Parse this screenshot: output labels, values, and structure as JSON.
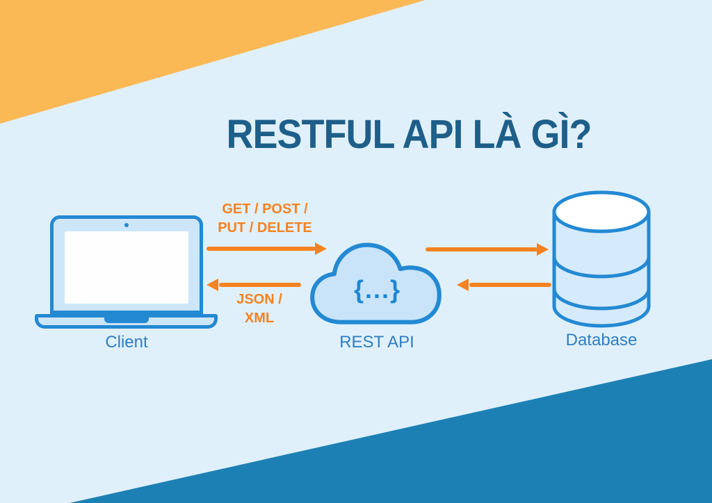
{
  "title": "RESTFUL API LÀ GÌ?",
  "nodes": {
    "client": {
      "label": "Client",
      "icon": "laptop-icon"
    },
    "api": {
      "label": "REST API",
      "icon": "cloud-icon",
      "symbol": "{...}"
    },
    "database": {
      "label": "Database",
      "icon": "database-cylinder-icon"
    }
  },
  "arrows": {
    "client_to_api": {
      "label": "GET / POST /\nPUT / DELETE",
      "direction": "right"
    },
    "api_to_client": {
      "label": "JSON /\nXML",
      "direction": "left"
    },
    "api_to_database": {
      "label": "",
      "direction": "right"
    },
    "database_to_api": {
      "label": "",
      "direction": "left"
    }
  },
  "colors": {
    "background": "#E0F0FB",
    "corner_top_left": "#FBB956",
    "corner_bottom_right": "#1C80B4",
    "title": "#1E5F8A",
    "outline_blue": "#2389D3",
    "fill_light_blue": "#CDE6F9",
    "node_label_blue": "#2E7EC2",
    "arrow_orange": "#F58220"
  }
}
